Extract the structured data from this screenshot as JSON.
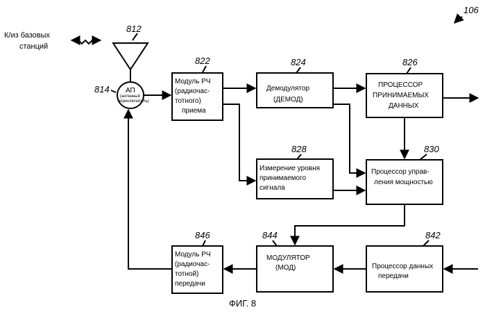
{
  "figure": {
    "number": "106",
    "caption": "ФИГ. 8"
  },
  "external": {
    "line1": "К/из базовых",
    "line2": "станций"
  },
  "antenna": {
    "ref": "812"
  },
  "duplexer": {
    "ref": "814",
    "line1": "АП",
    "line2": "(антенный",
    "line3": "переключатель)"
  },
  "blocks": {
    "rf_rx": {
      "ref": "822",
      "lines": [
        "Модуль РЧ",
        "(радиочас-",
        "тотного)",
        "приема"
      ]
    },
    "demod": {
      "ref": "824",
      "lines": [
        "Демодулятор",
        "(ДЕМОД)"
      ]
    },
    "rx_proc": {
      "ref": "826",
      "lines": [
        "ПРОЦЕССОР",
        "ПРИНИМАЕМЫХ",
        "ДАННЫХ"
      ]
    },
    "rssi": {
      "ref": "828",
      "lines": [
        "Измерение уровня",
        "принимаемого",
        "сигнала"
      ]
    },
    "power_ctrl": {
      "ref": "830",
      "lines": [
        "Процессор управ-",
        "ления мощностью"
      ]
    },
    "tx_proc": {
      "ref": "842",
      "lines": [
        "Процессор данных",
        "передачи"
      ]
    },
    "mod": {
      "ref": "844",
      "lines": [
        "МОДУЛЯТОР",
        "(МОД)"
      ]
    },
    "rf_tx": {
      "ref": "846",
      "lines": [
        "Модуль РЧ",
        "(радиочас-",
        "тотной)",
        "передачи"
      ]
    }
  }
}
